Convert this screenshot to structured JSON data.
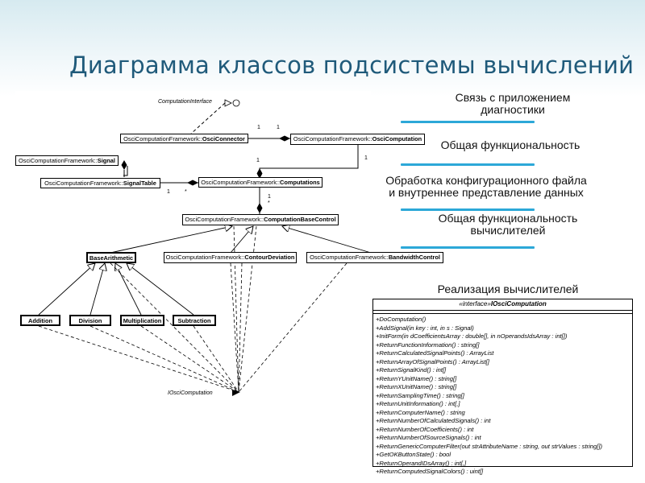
{
  "title": "Диаграмма классов подсистемы вычислений",
  "legend": [
    {
      "line1": "Связь с приложением",
      "line2": "диагностики"
    },
    {
      "line1": "Общая функциональность",
      "line2": ""
    },
    {
      "line1": "Обработка конфигурационного файла",
      "line2": "и внутреннее представление данных"
    },
    {
      "line1": "Общая функциональность",
      "line2": "вычислителей"
    },
    {
      "line1": "Реализация вычислителей",
      "line2": ""
    }
  ],
  "legend_bar_color": "#2ca8d8",
  "diagram": {
    "computation_interface": "ComputationInterface",
    "i_osci_computation": "IOsciComputation",
    "classes": {
      "connector": {
        "prefix": "OsciComputationFramework::",
        "name": "OsciConnector"
      },
      "computation": {
        "prefix": "OsciComputationFramework::",
        "name": "OsciComputation"
      },
      "signal": {
        "prefix": "OsciComputationFramework::",
        "name": "Signal"
      },
      "signal_table": {
        "prefix": "OsciComputationFramework::",
        "name": "SignalTable"
      },
      "computations": {
        "prefix": "OsciComputationFramework::",
        "name": "Computations"
      },
      "base_control": {
        "prefix": "OsciComputationFramework::",
        "name": "ComputationBaseControl"
      },
      "base_arithmetic": {
        "prefix": "",
        "name": "BaseArithmetic"
      },
      "contour_deviation": {
        "prefix": "OsciComputationFramework::",
        "name": "ContourDeviation"
      },
      "bandwidth_control": {
        "prefix": "OsciComputationFramework::",
        "name": "BandwidthControl"
      },
      "addition": {
        "prefix": "",
        "name": "Addition"
      },
      "division": {
        "prefix": "",
        "name": "Division"
      },
      "multiplication": {
        "prefix": "",
        "name": "Multiplication"
      },
      "subtraction": {
        "prefix": "",
        "name": "Subtraction"
      }
    },
    "multiplicities": {
      "connector_left": "1",
      "connector_right": "1",
      "computation_to_computations": "1",
      "computations_side": "1",
      "signal_table_one": "1",
      "signal_table_many": "*",
      "computations_to_base": "1",
      "base_many": "*"
    }
  },
  "interface": {
    "stereotype": "«interface»",
    "name": "IOsciComputation",
    "methods": [
      "+DoComputation()",
      "+AddSignal(in key : int, in s : Signal)",
      "+InitForm(in dCoefficientsArray : double[], in nOperandsIdsArray : int[])",
      "+ReturnFunctionInformation() : string[]",
      "+ReturnCalculatedSignalPoints() : ArrayList",
      "+ReturnArrayOfSignalPoints() : ArrayList[]",
      "+ReturnSignalKind() : int[]",
      "+ReturnYUnitName() : string[]",
      "+ReturnXUnitName() : string[]",
      "+ReturnSamplingTime() : string[]",
      "+ReturnUnitInformation() : int[,]",
      "+ReturnComputerName() : string",
      "+ReturnNumberOfCalculatedSignals() : int",
      "+ReturnNumberOfCoefficients() : int",
      "+ReturnNumberOfSourceSignals() : int",
      "+ReturnGenericComputerFilter(out strAttributeName : string, out strValues : string[])",
      "+GetOKButtonState() : bool",
      "+ReturnOperandIDsArray() : int[,]",
      "+ReturnComputedSignalColors() : uint[]"
    ]
  }
}
